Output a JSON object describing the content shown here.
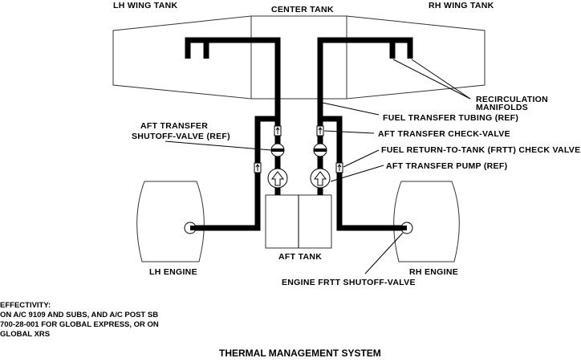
{
  "diagram": {
    "title": "THERMAL MANAGEMENT SYSTEM",
    "tanks": {
      "lh_wing": "LH WING TANK",
      "center": "CENTER TANK",
      "rh_wing": "RH WING TANK",
      "aft": "AFT TANK"
    },
    "engines": {
      "lh": "LH ENGINE",
      "rh": "RH ENGINE"
    },
    "callouts": {
      "recirculation_line1": "RECIRCULATION",
      "recirculation_line2": "MANIFOLDS",
      "fuel_transfer_tubing": "FUEL TRANSFER TUBING (REF)",
      "aft_transfer_check_valve": "AFT TRANSFER CHECK-VALVE",
      "frtt_check_valve": "FUEL RETURN-TO-TANK (FRTT) CHECK VALVE",
      "aft_transfer_pump": "AFT TRANSFER PUMP (REF)",
      "shutoff_valve_line1": "AFT TRANSFER",
      "shutoff_valve_line2": "SHUTOFF-VALVE (REF)",
      "engine_frtt_shutoff": "ENGINE FRTT SHUTOFF-VALVE"
    },
    "effectivity": {
      "heading": "EFFECTIVITY:",
      "line1": "ON A/C 9109 AND SUBS, AND A/C POST SB",
      "line2": "700-28-001 FOR GLOBAL EXPRESS, OR ON",
      "line3": "GLOBAL XRS"
    }
  }
}
